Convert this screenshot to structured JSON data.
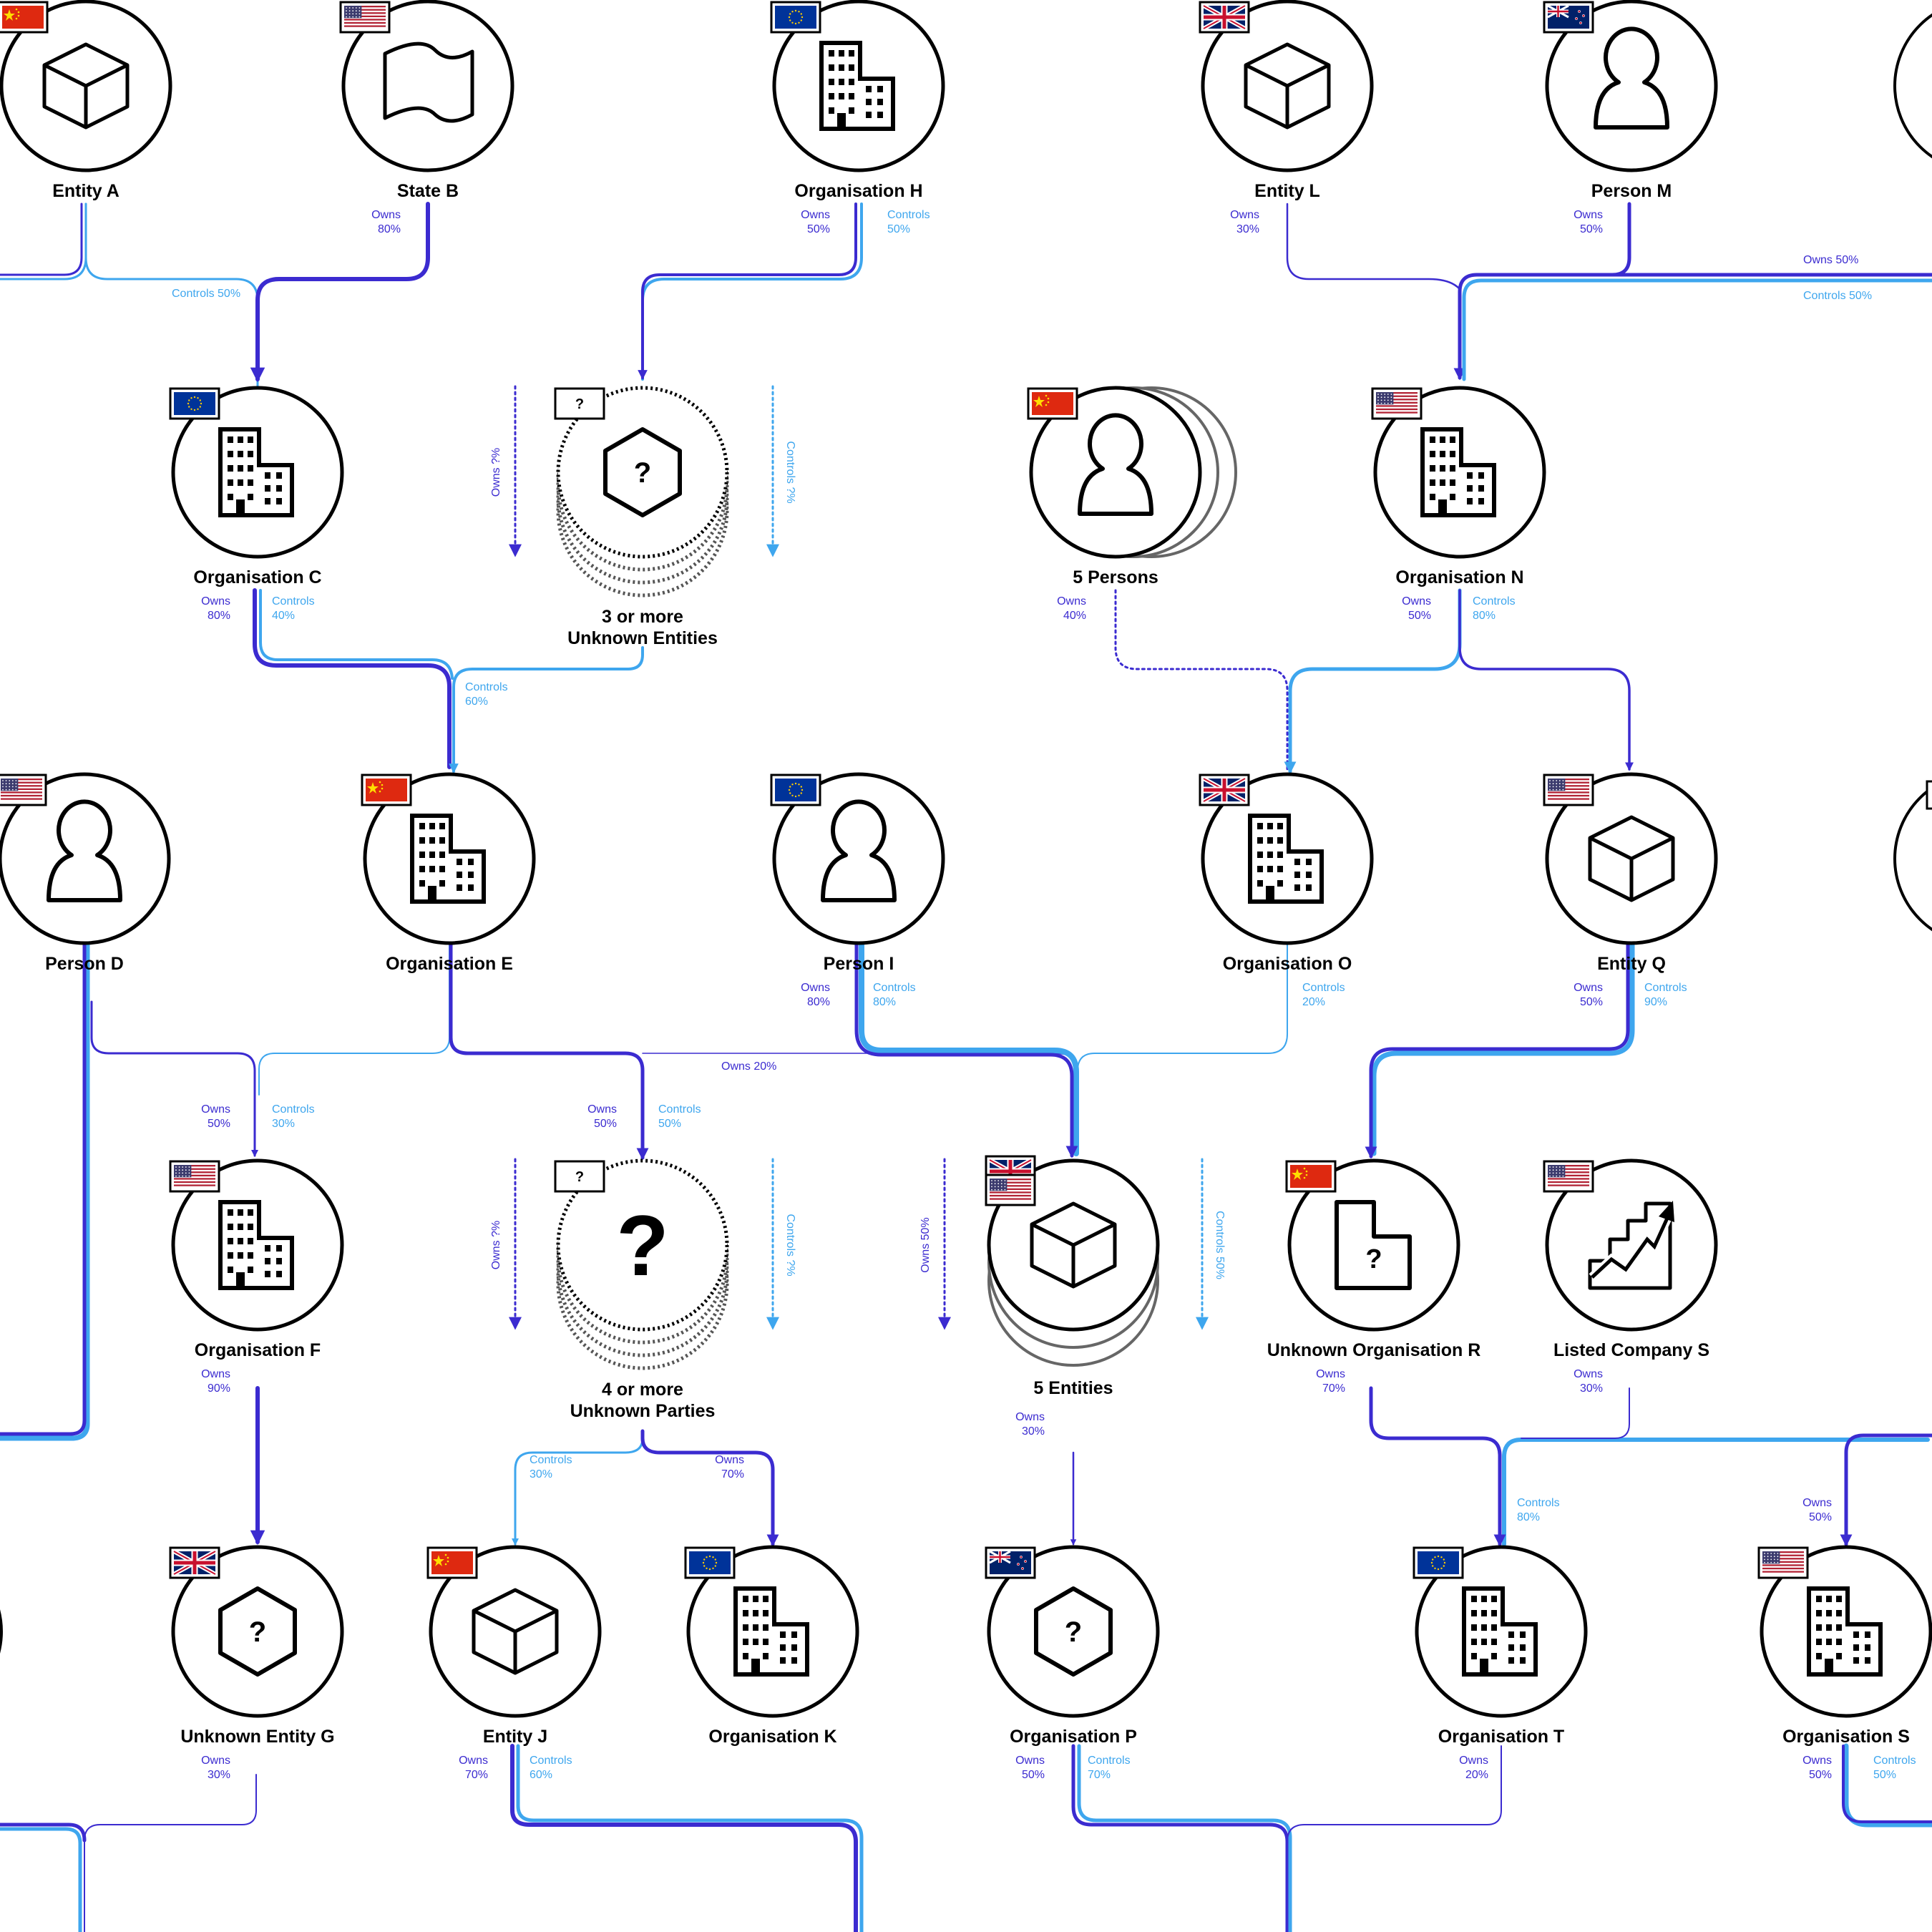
{
  "colors": {
    "owns": "#3b2bd0",
    "controls": "#3ea6ee",
    "ink": "#000000",
    "muted": "#666666"
  },
  "nodes": [
    {
      "id": "A",
      "label": "Entity A",
      "icon": "cube",
      "flags": [
        "cn"
      ]
    },
    {
      "id": "B",
      "label": "State B",
      "icon": "flag-shape",
      "flags": [
        "us"
      ]
    },
    {
      "id": "H",
      "label": "Organisation H",
      "icon": "building",
      "flags": [
        "eu"
      ]
    },
    {
      "id": "L",
      "label": "Entity L",
      "icon": "cube",
      "flags": [
        "uk"
      ]
    },
    {
      "id": "M",
      "label": "Person M",
      "icon": "person",
      "flags": [
        "nz"
      ]
    },
    {
      "id": "C",
      "label": "Organisation C",
      "icon": "building",
      "flags": [
        "eu"
      ]
    },
    {
      "id": "U3",
      "label": "3 or more",
      "label2": "Unknown Entities",
      "icon": "hexagon-question",
      "flags": [
        "unknown"
      ],
      "dotted": true
    },
    {
      "id": "P5",
      "label": "5 Persons",
      "icon": "person",
      "flags": [
        "cn"
      ],
      "stack": true
    },
    {
      "id": "N",
      "label": "Organisation N",
      "icon": "building",
      "flags": [
        "us"
      ]
    },
    {
      "id": "D",
      "label": "Person D",
      "icon": "person",
      "flags": [
        "us"
      ]
    },
    {
      "id": "E",
      "label": "Organisation E",
      "icon": "building",
      "flags": [
        "cn"
      ]
    },
    {
      "id": "I",
      "label": "Person I",
      "icon": "person",
      "flags": [
        "eu"
      ]
    },
    {
      "id": "O",
      "label": "Organisation O",
      "icon": "building",
      "flags": [
        "uk"
      ]
    },
    {
      "id": "Q",
      "label": "Entity Q",
      "icon": "cube",
      "flags": [
        "us"
      ]
    },
    {
      "id": "F",
      "label": "Organisation F",
      "icon": "building",
      "flags": [
        "us"
      ]
    },
    {
      "id": "U4",
      "label": "4 or more",
      "label2": "Unknown Parties",
      "icon": "question",
      "flags": [
        "unknown"
      ],
      "dotted": true
    },
    {
      "id": "E5",
      "label": "5 Entities",
      "icon": "cube",
      "flags": [
        "uk",
        "us"
      ],
      "stack": true
    },
    {
      "id": "R",
      "label": "Unknown Organisation R",
      "icon": "building-question",
      "flags": [
        "cn"
      ]
    },
    {
      "id": "S1",
      "label": "Listed Company S",
      "icon": "chart",
      "flags": [
        "us"
      ]
    },
    {
      "id": "G",
      "label": "Unknown Entity G",
      "icon": "hexagon-question",
      "flags": [
        "uk"
      ]
    },
    {
      "id": "J",
      "label": "Entity J",
      "icon": "cube",
      "flags": [
        "cn"
      ]
    },
    {
      "id": "K",
      "label": "Organisation K",
      "icon": "building",
      "flags": [
        "eu"
      ]
    },
    {
      "id": "P",
      "label": "Organisation P",
      "icon": "hexagon-question",
      "flags": [
        "nz"
      ]
    },
    {
      "id": "T",
      "label": "Organisation T",
      "icon": "building",
      "flags": [
        "eu"
      ]
    },
    {
      "id": "S2",
      "label": "Organisation S",
      "icon": "building",
      "flags": [
        "us"
      ]
    }
  ],
  "edge_labels": [
    {
      "a": "Owns",
      "b": "80%",
      "kind": "owns",
      "node": "B"
    },
    {
      "a": "Controls 50%",
      "kind": "controls",
      "node": "A"
    },
    {
      "a": "Owns",
      "b": "50%",
      "kind": "owns",
      "node": "H"
    },
    {
      "a": "Controls",
      "b": "50%",
      "kind": "controls",
      "node": "H"
    },
    {
      "a": "Owns",
      "b": "30%",
      "kind": "owns",
      "node": "L"
    },
    {
      "a": "Owns",
      "b": "50%",
      "kind": "owns",
      "node": "M"
    },
    {
      "a": "Owns 50%",
      "kind": "owns",
      "node": "edge-right"
    },
    {
      "a": "Controls 50%",
      "kind": "controls",
      "node": "edge-right"
    },
    {
      "a": "Owns",
      "b": "80%",
      "kind": "owns",
      "node": "C"
    },
    {
      "a": "Controls",
      "b": "40%",
      "kind": "controls",
      "node": "C"
    },
    {
      "a": "Controls",
      "b": "60%",
      "kind": "controls",
      "node": "U3"
    },
    {
      "a": "Owns",
      "b": "40%",
      "kind": "owns",
      "node": "P5"
    },
    {
      "a": "Owns",
      "b": "50%",
      "kind": "owns",
      "node": "N"
    },
    {
      "a": "Controls",
      "b": "80%",
      "kind": "controls",
      "node": "N"
    },
    {
      "a": "Owns",
      "b": "80%",
      "kind": "owns",
      "node": "I"
    },
    {
      "a": "Controls",
      "b": "80%",
      "kind": "controls",
      "node": "I"
    },
    {
      "a": "Owns 20%",
      "kind": "owns",
      "node": "E"
    },
    {
      "a": "Controls",
      "b": "20%",
      "kind": "controls",
      "node": "O"
    },
    {
      "a": "Owns",
      "b": "50%",
      "kind": "owns",
      "node": "Q"
    },
    {
      "a": "Controls",
      "b": "90%",
      "kind": "controls",
      "node": "Q"
    },
    {
      "a": "Owns",
      "b": "50%",
      "kind": "owns",
      "node": "D"
    },
    {
      "a": "Controls",
      "b": "30%",
      "kind": "controls",
      "node": "E"
    },
    {
      "a": "Owns",
      "b": "50%",
      "kind": "owns",
      "node": "E"
    },
    {
      "a": "Controls",
      "b": "50%",
      "kind": "controls",
      "node": "E"
    },
    {
      "a": "Owns",
      "b": "90%",
      "kind": "owns",
      "node": "F"
    },
    {
      "a": "Controls",
      "b": "30%",
      "kind": "controls",
      "node": "U4"
    },
    {
      "a": "Owns",
      "b": "70%",
      "kind": "owns",
      "node": "U4"
    },
    {
      "a": "Owns",
      "b": "30%",
      "kind": "owns",
      "node": "E5"
    },
    {
      "a": "Owns",
      "b": "70%",
      "kind": "owns",
      "node": "R"
    },
    {
      "a": "Owns",
      "b": "30%",
      "kind": "owns",
      "node": "S1"
    },
    {
      "a": "Controls",
      "b": "80%",
      "kind": "controls",
      "node": "T"
    },
    {
      "a": "Owns",
      "b": "50%",
      "kind": "owns",
      "node": "S2"
    },
    {
      "a": "Owns",
      "b": "30%",
      "kind": "owns",
      "node": "G"
    },
    {
      "a": "Owns",
      "b": "70%",
      "kind": "owns",
      "node": "J"
    },
    {
      "a": "Controls",
      "b": "60%",
      "kind": "controls",
      "node": "J"
    },
    {
      "a": "Owns",
      "b": "50%",
      "kind": "owns",
      "node": "P"
    },
    {
      "a": "Controls",
      "b": "70%",
      "kind": "controls",
      "node": "P"
    },
    {
      "a": "Owns",
      "b": "20%",
      "kind": "owns",
      "node": "T"
    },
    {
      "a": "Owns",
      "b": "50%",
      "kind": "owns",
      "node": "S2"
    },
    {
      "a": "Controls",
      "b": "50%",
      "kind": "controls",
      "node": "S2"
    }
  ],
  "side_labels": [
    {
      "text": "Owns ?%",
      "kind": "owns"
    },
    {
      "text": "Controls ?%",
      "kind": "controls"
    },
    {
      "text": "Owns ?%",
      "kind": "owns"
    },
    {
      "text": "Controls ?%",
      "kind": "controls"
    },
    {
      "text": "Owns 50%",
      "kind": "owns"
    },
    {
      "text": "Controls 50%",
      "kind": "controls"
    }
  ],
  "unknown_flag_text": "?",
  "question_mark": "?"
}
